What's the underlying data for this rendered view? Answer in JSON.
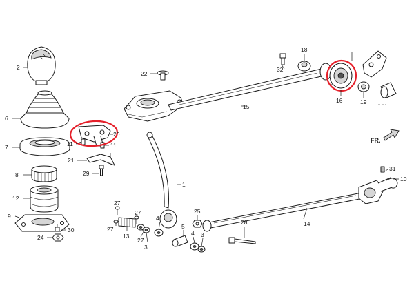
{
  "diagram": {
    "direction_marker": "FR.",
    "callouts": {
      "c1": "1",
      "c2": "2",
      "c3a": "3",
      "c3b": "3",
      "c4a": "4",
      "c4b": "4",
      "c5": "5",
      "c6": "6",
      "c7": "7",
      "c8": "8",
      "c9": "9",
      "c10": "10",
      "c11a": "11",
      "c11b": "11",
      "c12": "12",
      "c13": "13",
      "c14": "14",
      "c15": "15",
      "c16": "16",
      "c18": "18",
      "c19": "19",
      "c20": "20",
      "c21": "21",
      "c22": "22",
      "c24": "24",
      "c25": "25",
      "c27a": "27",
      "c27b": "27",
      "c27c": "27",
      "c27d": "27",
      "c28": "28",
      "c29": "29",
      "c30": "30",
      "c31": "31",
      "c32": "32"
    },
    "highlight_color": "#e5202a"
  }
}
